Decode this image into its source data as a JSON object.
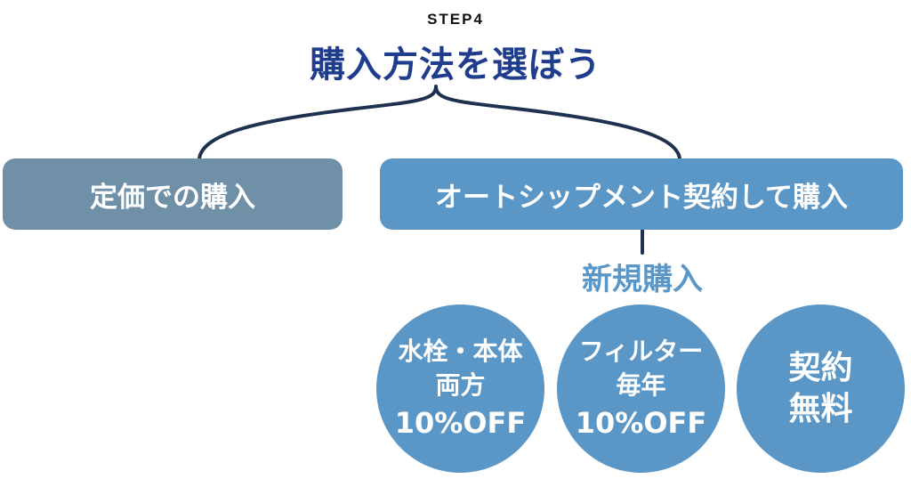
{
  "step_label": "STEP4",
  "title": "購入方法を選ぼう",
  "options": {
    "regular": "定価での購入",
    "autoship": "オートシップメント契約して購入"
  },
  "autoship_sub": "新規購入",
  "benefits": [
    {
      "lines": [
        "水栓・本体",
        "両方",
        "10%OFF"
      ]
    },
    {
      "lines": [
        "フィルター",
        "毎年",
        "10%OFF"
      ]
    },
    {
      "lines": [
        "契約",
        "無料"
      ]
    }
  ],
  "colors": {
    "navy": "#1f3d8c",
    "grey_blue": "#7090a8",
    "blue": "#5b97c6",
    "line": "#1e3250"
  }
}
